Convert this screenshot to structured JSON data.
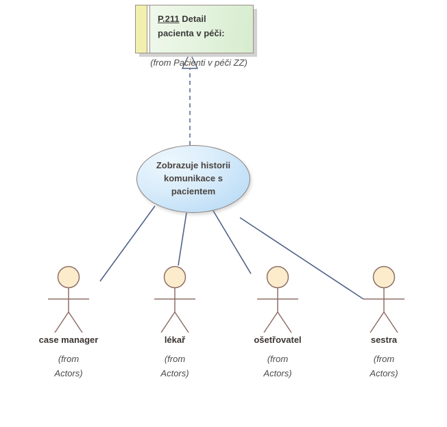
{
  "diagram": {
    "type": "uml-use-case-diagram",
    "background_color": "#ffffff",
    "package": {
      "code": "P.211",
      "title_line1": "P.211  Detail",
      "title_line2": "pacienta v péči:",
      "title": "P.211  Detail\npacienta v péči:",
      "from_label": "(from Pacienti v péči ZZ)",
      "tab_color": "#f2f0ae",
      "fill_color": "#e4f3de",
      "border_color": "#9a8e84"
    },
    "use_case": {
      "label": "Zobrazuje historii\nkomunikace s\npacientem",
      "fill_color": "#c2e0f7",
      "border_color": "#8d7f79"
    },
    "generalization": {
      "style": "dashed",
      "arrowhead": "hollow-triangle",
      "color": "#4f6286"
    },
    "association_color": "#4f6286",
    "actors": [
      {
        "name": "case manager",
        "from_label": "(from\nActors)",
        "head_fill": "#fceccc",
        "stroke": "#8d6f66"
      },
      {
        "name": "lékař",
        "from_label": "(from\nActors)",
        "head_fill": "#fceccc",
        "stroke": "#8d6f66"
      },
      {
        "name": "ošetřovatel",
        "from_label": "(from\nActors)",
        "head_fill": "#fceccc",
        "stroke": "#8d6f66"
      },
      {
        "name": "sestra",
        "from_label": "(from\nActors)",
        "head_fill": "#fceccc",
        "stroke": "#8d6f66"
      }
    ]
  }
}
